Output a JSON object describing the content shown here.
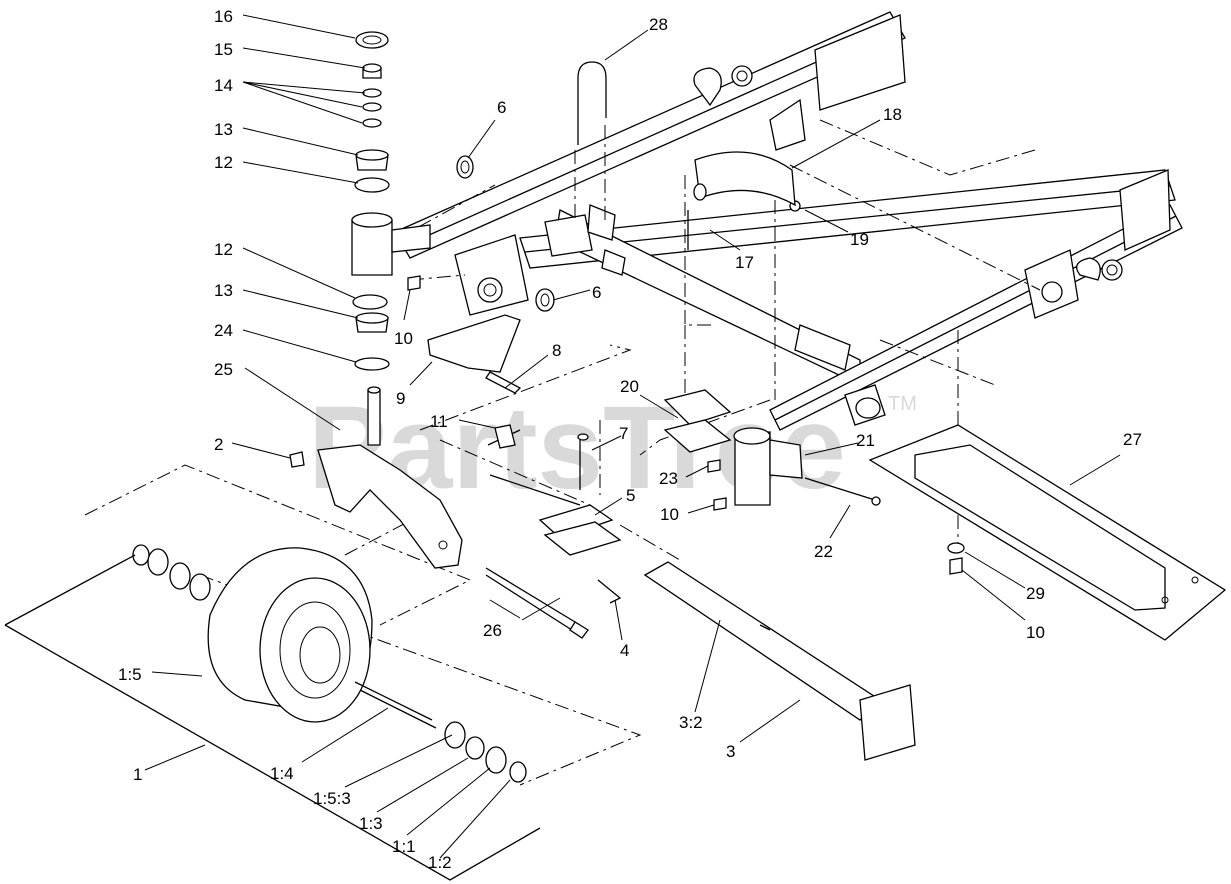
{
  "watermark": {
    "text": "PartsTree",
    "trademark": "TM"
  },
  "labels": {
    "l1": "1",
    "l1_1": "1:1",
    "l1_2": "1:2",
    "l1_3": "1:3",
    "l1_4": "1:4",
    "l1_5": "1:5",
    "l1_5_3": "1:5:3",
    "l2": "2",
    "l3": "3",
    "l3_2": "3:2",
    "l4": "4",
    "l5": "5",
    "l6a": "6",
    "l6b": "6",
    "l7": "7",
    "l8": "8",
    "l9": "9",
    "l10a": "10",
    "l10b": "10",
    "l10c": "10",
    "l11": "11",
    "l12a": "12",
    "l12b": "12",
    "l13a": "13",
    "l13b": "13",
    "l14": "14",
    "l15": "15",
    "l16": "16",
    "l17": "17",
    "l18": "18",
    "l19": "19",
    "l20": "20",
    "l21": "21",
    "l22": "22",
    "l23": "23",
    "l24": "24",
    "l25": "25",
    "l26": "26",
    "l27": "27",
    "l28": "28",
    "l29": "29"
  }
}
